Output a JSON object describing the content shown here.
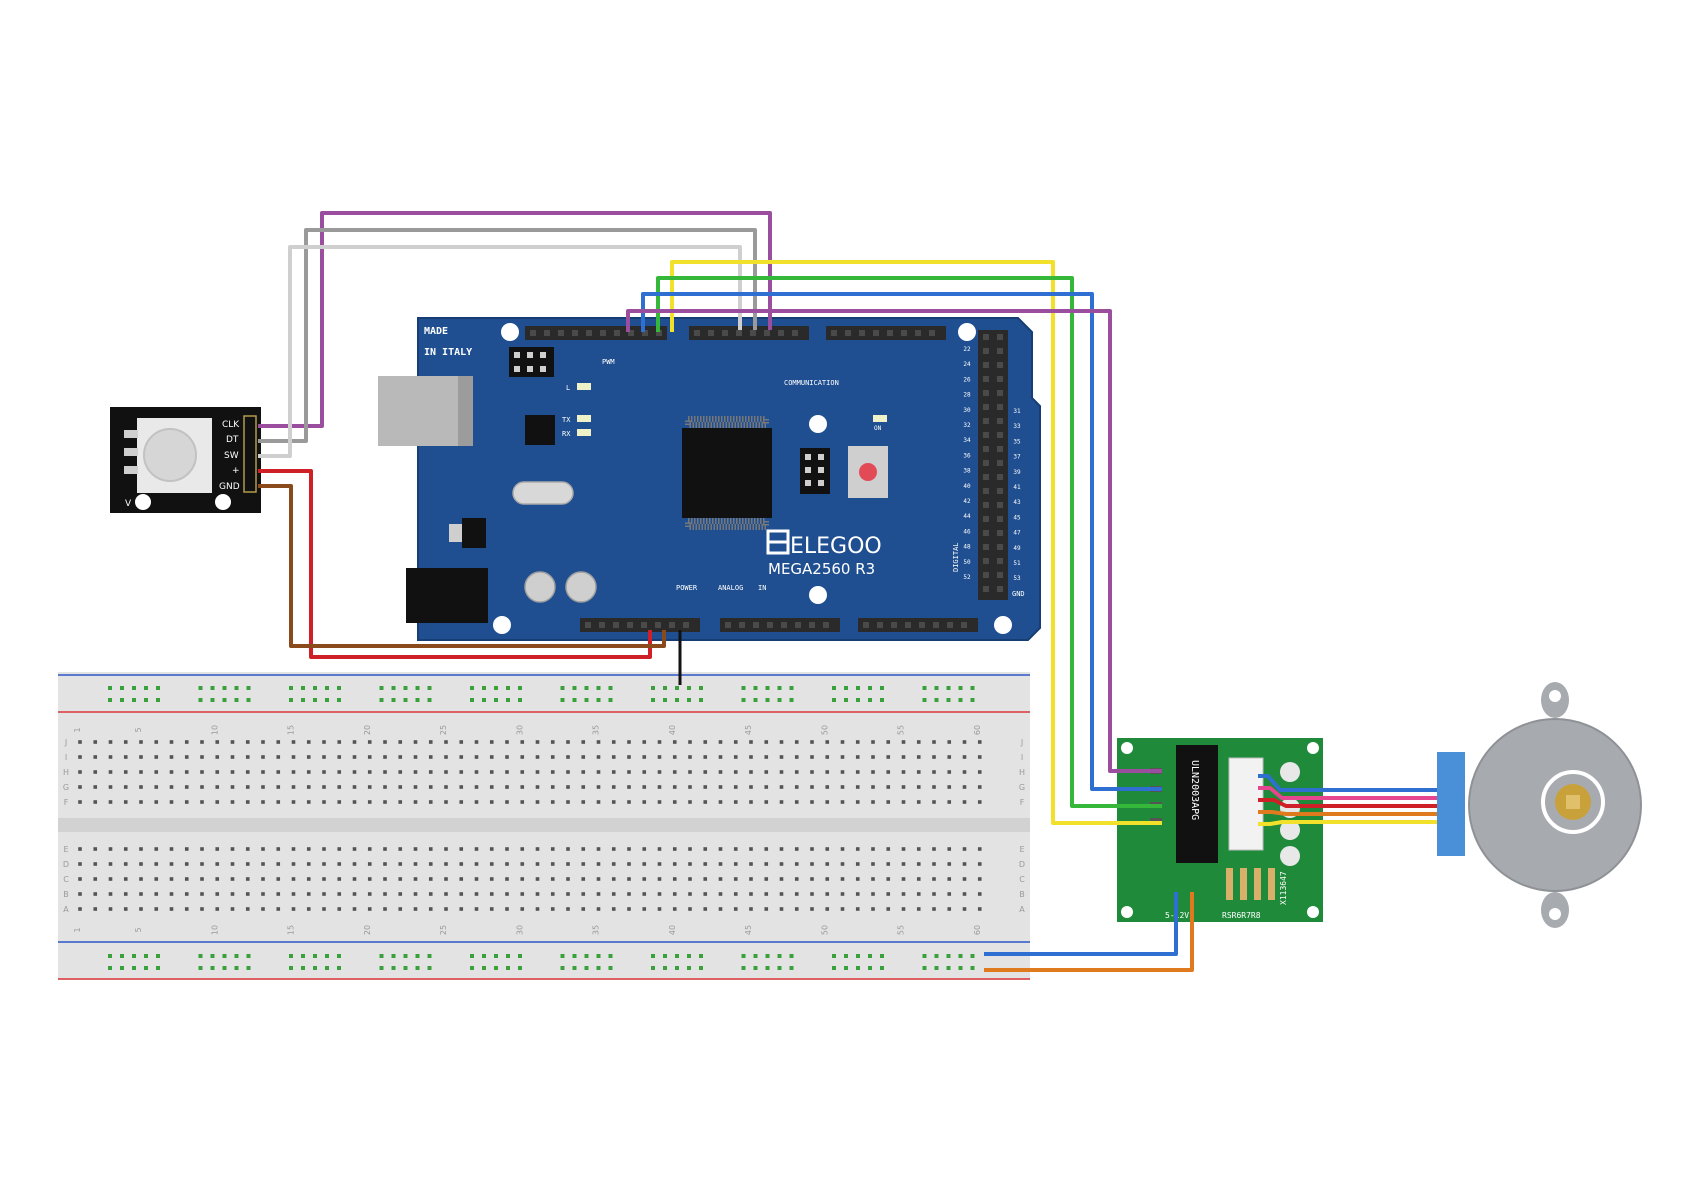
{
  "colors": {
    "background": "#ffffff",
    "board": "#1f4f91",
    "board_edge": "#163e75",
    "header": "#2a2a2a",
    "chip": "#111111",
    "encoder_body": "#111111",
    "driver_board": "#1f8a3a",
    "motor": "#a7aaae",
    "motor_connector": "#4a90d9",
    "breadboard": "#e3e3e3",
    "breadboard_center": "#d4d4d4",
    "rail_red": "#d9343a",
    "rail_blue": "#2f56c9",
    "hole": "#545454",
    "rail_hole": "#3aa13a",
    "wire_purple": "#9b4d9e",
    "wire_gray": "#9a9a9a",
    "wire_white": "#e8e8e8",
    "wire_yellow": "#f2e12a",
    "wire_green": "#35b83a",
    "wire_blue": "#2f6fd1",
    "wire_red": "#cf2027",
    "wire_brown": "#8a4a1b",
    "wire_black": "#111111",
    "wire_orange": "#e07a1f",
    "wire_pink": "#e6458f"
  },
  "arduino": {
    "brand": "ELEGOO",
    "model": "MEGA2560  R3",
    "made_line1": "MADE",
    "made_line2": "IN ITALY",
    "pwm_label": "PWM",
    "communication_label": "COMMUNICATION",
    "power_label": "POWER",
    "analog_label": "ANALOG",
    "in_label": "IN",
    "digital_label": "DIGITAL",
    "led_l": "L",
    "led_tx": "TX",
    "led_rx": "RX",
    "led_on": "ON",
    "gnd_label": "GND",
    "right_odd_pins": [
      "31",
      "33",
      "35",
      "37",
      "39",
      "41",
      "43",
      "45",
      "47",
      "49",
      "51",
      "53"
    ],
    "right_even_pins": [
      "22",
      "24",
      "26",
      "28",
      "30",
      "32",
      "34",
      "36",
      "38",
      "40",
      "42",
      "44",
      "46",
      "48",
      "50",
      "52"
    ]
  },
  "encoder": {
    "pins": [
      "CLK",
      "DT",
      "SW",
      "+",
      "GND"
    ],
    "mark": "V"
  },
  "driver": {
    "chip_label": "ULN2003APG",
    "power_label": "5-12V",
    "resistor_label": "RSR6R7R8",
    "side_label": "X113647"
  },
  "breadboard": {
    "columns": 60,
    "column_labels": [
      "1",
      "5",
      "10",
      "15",
      "20",
      "25",
      "30",
      "35",
      "40",
      "45",
      "50",
      "55",
      "60"
    ],
    "top_row_letters": [
      "J",
      "I",
      "H",
      "G",
      "F"
    ],
    "bottom_row_letters": [
      "E",
      "D",
      "C",
      "B",
      "A"
    ]
  }
}
